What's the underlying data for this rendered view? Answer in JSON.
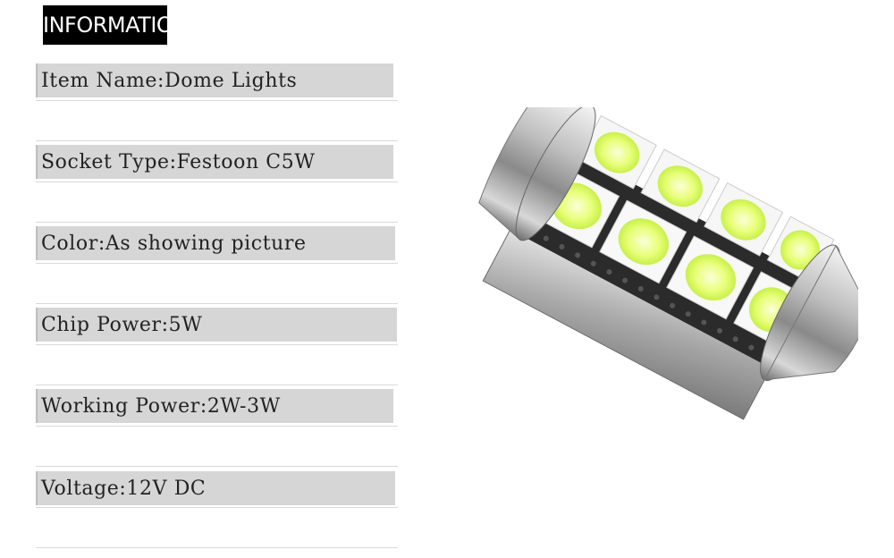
{
  "header": {
    "title": "INFORMATION"
  },
  "specs": [
    {
      "label": "Item Name:Dome Lights"
    },
    {
      "label": "Socket Type:Festoon C5W"
    },
    {
      "label": "Color:As showing picture"
    },
    {
      "label": "Chip Power:5W"
    },
    {
      "label": "Working Power:2W-3W"
    },
    {
      "label": "Voltage:12V DC"
    }
  ],
  "product": {
    "icon": "led-festoon-bulb-icon",
    "led_count": 8
  }
}
